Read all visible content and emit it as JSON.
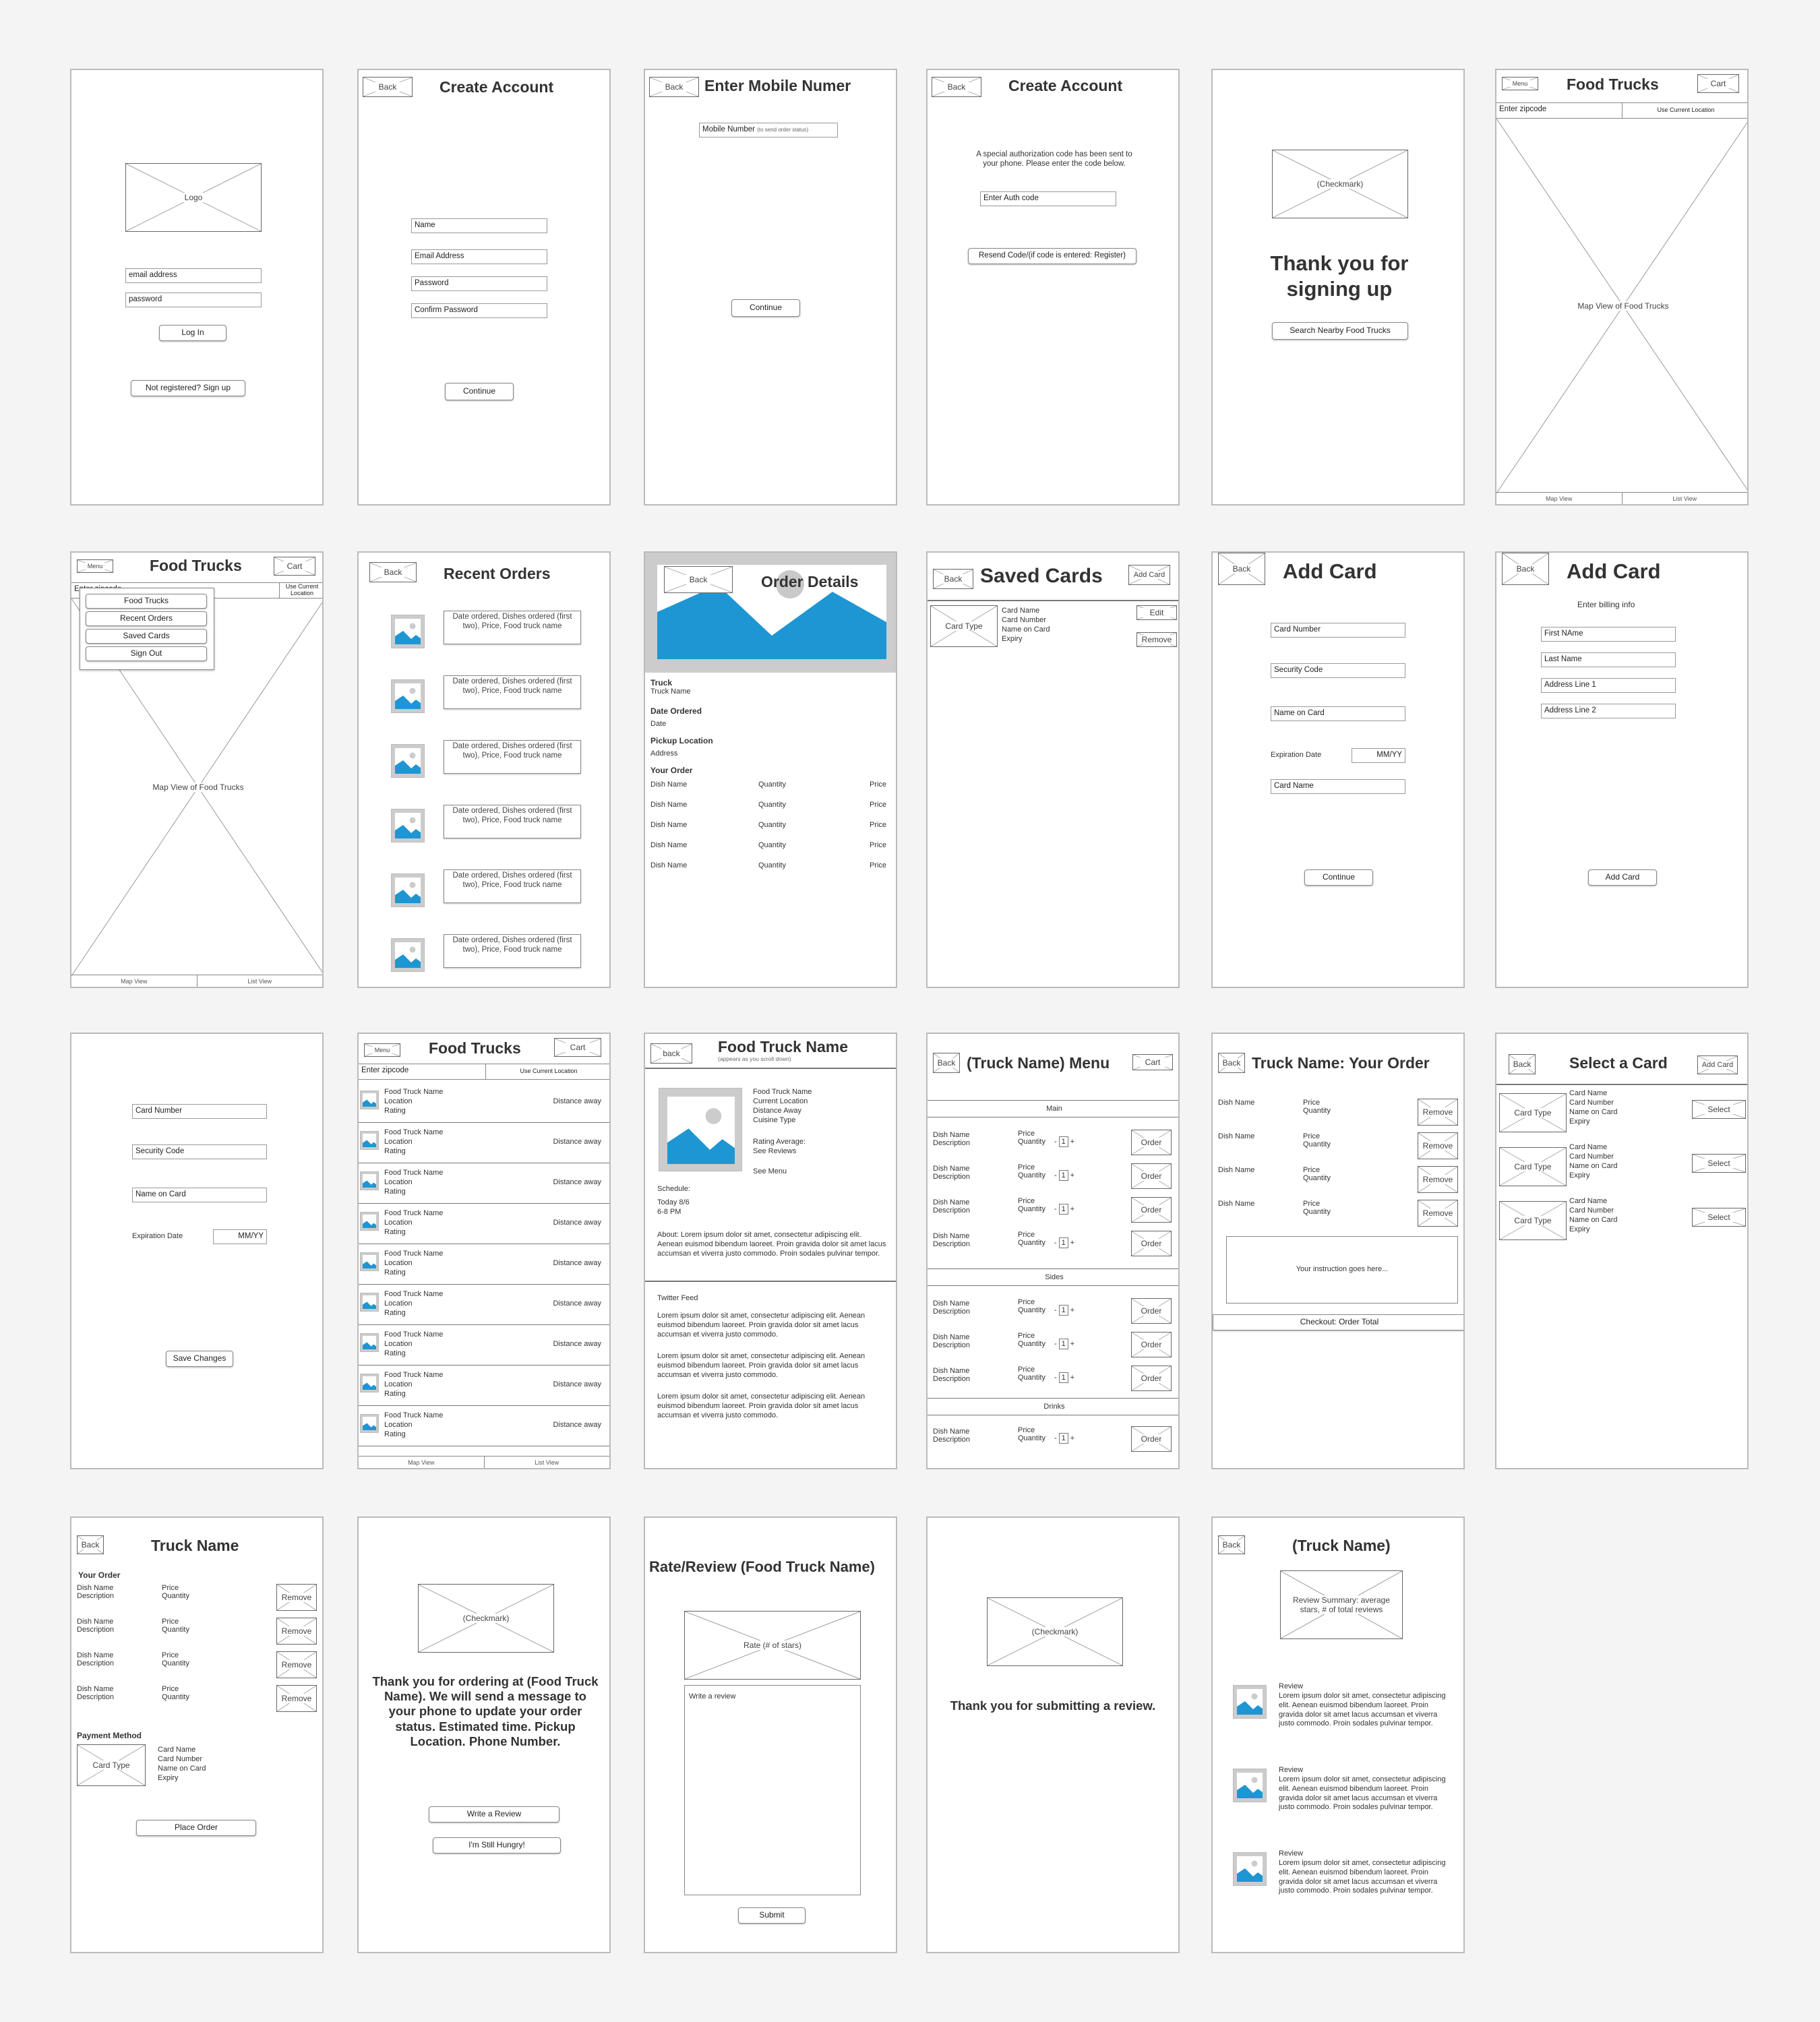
{
  "s1": {
    "logo": "Logo",
    "email": "email address",
    "password": "password",
    "login": "Log In",
    "signup": "Not registered? Sign up"
  },
  "s2": {
    "back": "Back",
    "title": "Create Account",
    "fields": [
      "Name",
      "Email Address",
      "Password",
      "Confirm Password"
    ],
    "continue": "Continue"
  },
  "s3": {
    "back": "Back",
    "title": "Enter Mobile Numer",
    "mobile": "Mobile Number",
    "mobile_hint": "(to send order status)",
    "continue": "Continue"
  },
  "s4": {
    "back": "Back",
    "title": "Create Account",
    "message": "A special authorization code has been sent to your phone. Please enter the code below.",
    "auth": "Enter Auth code",
    "resend": "Resend Code/(if code is entered: Register)"
  },
  "s5": {
    "check": "(Checkmark)",
    "title": "Thank you for signing up",
    "search": "Search Nearby Food Trucks"
  },
  "s6": {
    "menu": "Menu",
    "title": "Food Trucks",
    "cart": "Cart",
    "zip": "Enter zipcode",
    "loc": "Use Current Location",
    "map": "Map View of Food Trucks",
    "tab_map": "Map View",
    "tab_list": "List View"
  },
  "s7": {
    "menu": "Menu",
    "title": "Food Trucks",
    "cart": "Cart",
    "zip": "Enter zipcode",
    "loc": "Use Current Location",
    "items": [
      "Food Trucks",
      "Recent Orders",
      "Saved Cards",
      "Sign Out"
    ],
    "map": "Map View of Food Trucks",
    "tab_map": "Map View",
    "tab_list": "List View"
  },
  "s8": {
    "back": "Back",
    "title": "Recent Orders",
    "item": "Date ordered, Dishes ordered (first two), Price, Food truck name"
  },
  "s9": {
    "back": "Back",
    "title": "Order Details",
    "truck_l": "Truck",
    "truck_v": "Truck Name",
    "date_l": "Date Ordered",
    "date_v": "Date",
    "pickup_l": "Pickup Location",
    "pickup_v": "Address",
    "order_l": "Your Order",
    "dish": "Dish Name",
    "qty": "Quantity",
    "price": "Price"
  },
  "s10": {
    "back": "Back",
    "title": "Saved Cards",
    "add": "Add Card",
    "card_type": "Card Type",
    "lines": [
      "Card Name",
      "Card Number",
      "Name on Card",
      "Expiry"
    ],
    "edit": "Edit",
    "remove": "Remove"
  },
  "s11": {
    "back": "Back",
    "title": "Add Card",
    "fields": [
      "Card Number",
      "Security Code",
      "Name on Card"
    ],
    "exp": "Expiration Date",
    "mmyy": "MM/YY",
    "card_name": "Card Name",
    "continue": "Continue"
  },
  "s12": {
    "back": "Back",
    "title": "Add Card",
    "subtitle": "Enter billing info",
    "fields": [
      "First NAme",
      "Last Name",
      "Address Line 1",
      "Address Line 2"
    ],
    "add": "Add Card"
  },
  "s13": {
    "fields": [
      "Card Number",
      "Security Code",
      "Name on Card"
    ],
    "exp": "Expiration Date",
    "mmyy": "MM/YY",
    "save": "Save Changes"
  },
  "s14": {
    "menu": "Menu",
    "title": "Food Trucks",
    "cart": "Cart",
    "zip": "Enter zipcode",
    "loc": "Use Current Location",
    "l1": "Food Truck Name",
    "l2": "Location",
    "l3": "Rating",
    "dist": "Distance away",
    "tab_map": "Map View",
    "tab_list": "List View"
  },
  "s15": {
    "back": "back",
    "title": "Food Truck Name",
    "subtitle": "(appears as you scroll down)",
    "info": [
      "Food Truck Name",
      "Current Location",
      "Distance Away",
      "Cuisine Type"
    ],
    "rating": "Rating Average:",
    "reviews": "See Reviews",
    "menu": "See Menu",
    "schedule": "Schedule:",
    "today": "Today 8/6",
    "hours": "6-8 PM",
    "about": "About: Lorem ipsum dolor sit amet, consectetur adipiscing elit. Aenean euismod bibendum laoreet. Proin gravida dolor sit amet lacus accumsan et viverra justo commodo. Proin sodales pulvinar tempor.",
    "twitter": "Twitter Feed",
    "tweet": "Lorem ipsum dolor sit amet, consectetur adipiscing elit. Aenean euismod bibendum laoreet. Proin gravida dolor sit amet lacus accumsan et viverra justo commodo."
  },
  "s16": {
    "back": "Back",
    "title": "(Truck Name) Menu",
    "cart": "Cart",
    "main": "Main",
    "sides": "Sides",
    "drinks": "Drinks",
    "dish": "Dish Name",
    "desc": "Description",
    "price": "Price",
    "qty": "Quantity",
    "minus": "-",
    "one": "1",
    "plus": "+",
    "order": "Order"
  },
  "s17": {
    "back": "Back",
    "title": "Truck Name: Your Order",
    "dish": "Dish Name",
    "price": "Price",
    "qty": "Quantity",
    "remove": "Remove",
    "instruction": "Your instruction goes here...",
    "checkout": "Checkout: Order Total"
  },
  "s18": {
    "back": "Back",
    "title": "Select a Card",
    "add": "Add Card",
    "card_type": "Card Type",
    "lines": [
      "Card Name",
      "Card Number",
      "Name on Card",
      "Expiry"
    ],
    "select": "Select"
  },
  "s19": {
    "back": "Back",
    "title": "Truck Name",
    "your_order": "Your Order",
    "dish": "Dish Name",
    "desc": "Description",
    "price": "Price",
    "qty": "Quantity",
    "remove": "Remove",
    "payment": "Payment Method",
    "card_type": "Card Type",
    "lines": [
      "Card Name",
      "Card Number",
      "Name on Card",
      "Expiry"
    ],
    "place": "Place Order"
  },
  "s20": {
    "check": "(Checkmark)",
    "message": "Thank you for ordering at (Food Truck Name). We will send a message to your phone to update your order status. Estimated time. Pickup Location. Phone Number.",
    "write": "Write a Review",
    "hungry": "I'm Still Hungry!"
  },
  "s21": {
    "title": "Rate/Review (Food Truck Name)",
    "rate": "Rate (# of stars)",
    "review": "Write a review",
    "submit": "Submit"
  },
  "s22": {
    "check": "(Checkmark)",
    "message": "Thank you for submitting a review."
  },
  "s23": {
    "back": "Back",
    "title": "(Truck Name)",
    "summary": "Review Summary: average stars, # of total reviews",
    "review_l": "Review",
    "review_t": "Lorem ipsum dolor sit amet, consectetur adipiscing elit. Aenean euismod bibendum laoreet. Proin gravida dolor sit amet lacus accumsan et viverra justo commodo. Proin sodales pulvinar tempor."
  }
}
